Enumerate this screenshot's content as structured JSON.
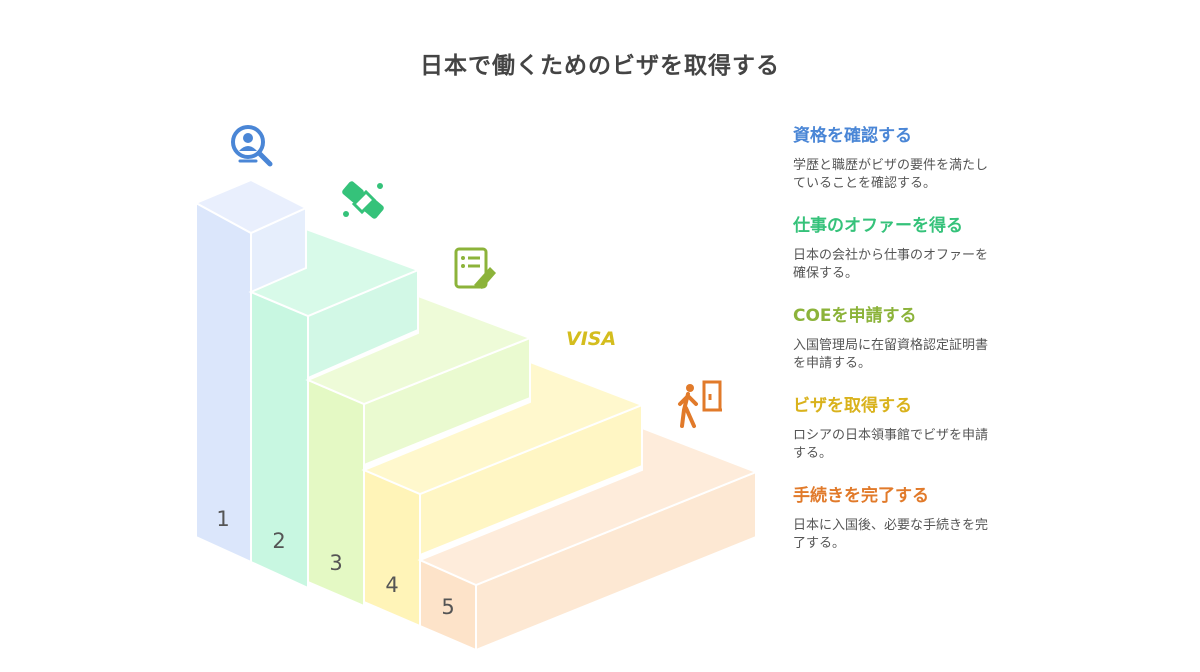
{
  "title": "日本で働くためのビザを取得する",
  "steps": [
    {
      "number": "1",
      "heading": "資格を確認する",
      "text": "学歴と職歴がビザの要件を満たしていることを確認する。",
      "color": "#4a86d6",
      "icon": "magnifier-person-icon",
      "fill": "#dbe6fb"
    },
    {
      "number": "2",
      "heading": "仕事のオファーを得る",
      "text": "日本の会社から仕事のオファーを確保する。",
      "color": "#35c27a",
      "icon": "handshake-icon",
      "fill": "#c8f7e1"
    },
    {
      "number": "3",
      "heading": "COEを申請する",
      "text": "入国管理局に在留資格認定証明書を申請する。",
      "color": "#8cb33a",
      "icon": "document-sign-icon",
      "fill": "#e4f9c4"
    },
    {
      "number": "4",
      "heading": "ビザを取得する",
      "text": "ロシアの日本領事館でビザを申請する。",
      "color": "#d9b21c",
      "icon": "visa-icon",
      "icon_text": "VISA",
      "fill": "#fff4b8"
    },
    {
      "number": "5",
      "heading": "手続きを完了する",
      "text": "日本に入国後、必要な手続きを完了する。",
      "color": "#e17a2a",
      "icon": "person-walking-door-icon",
      "fill": "#fde3c9"
    }
  ]
}
